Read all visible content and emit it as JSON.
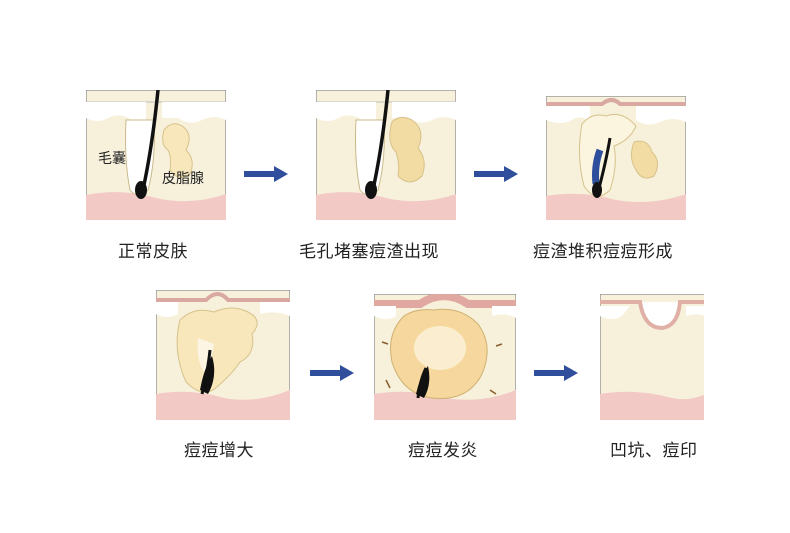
{
  "labels": {
    "hair_follicle": "毛囊",
    "sebaceous_gland": "皮脂腺"
  },
  "stages": [
    {
      "caption": "正常皮肤"
    },
    {
      "caption": "毛孔堵塞痘渣出现"
    },
    {
      "caption": "痘渣堆积痘痘形成"
    },
    {
      "caption": "痘痘增大"
    },
    {
      "caption": "痘痘发炎"
    },
    {
      "caption": "凹坑、痘印"
    }
  ],
  "colors": {
    "epidermis": "#f7ecc4",
    "dermis": "#f7f1dc",
    "base_pink": "#f2c9c4",
    "gland": "#f8e7bb",
    "hair": "#111111",
    "arrow": "#2f4f9c",
    "frame": "#9a9a9a"
  }
}
